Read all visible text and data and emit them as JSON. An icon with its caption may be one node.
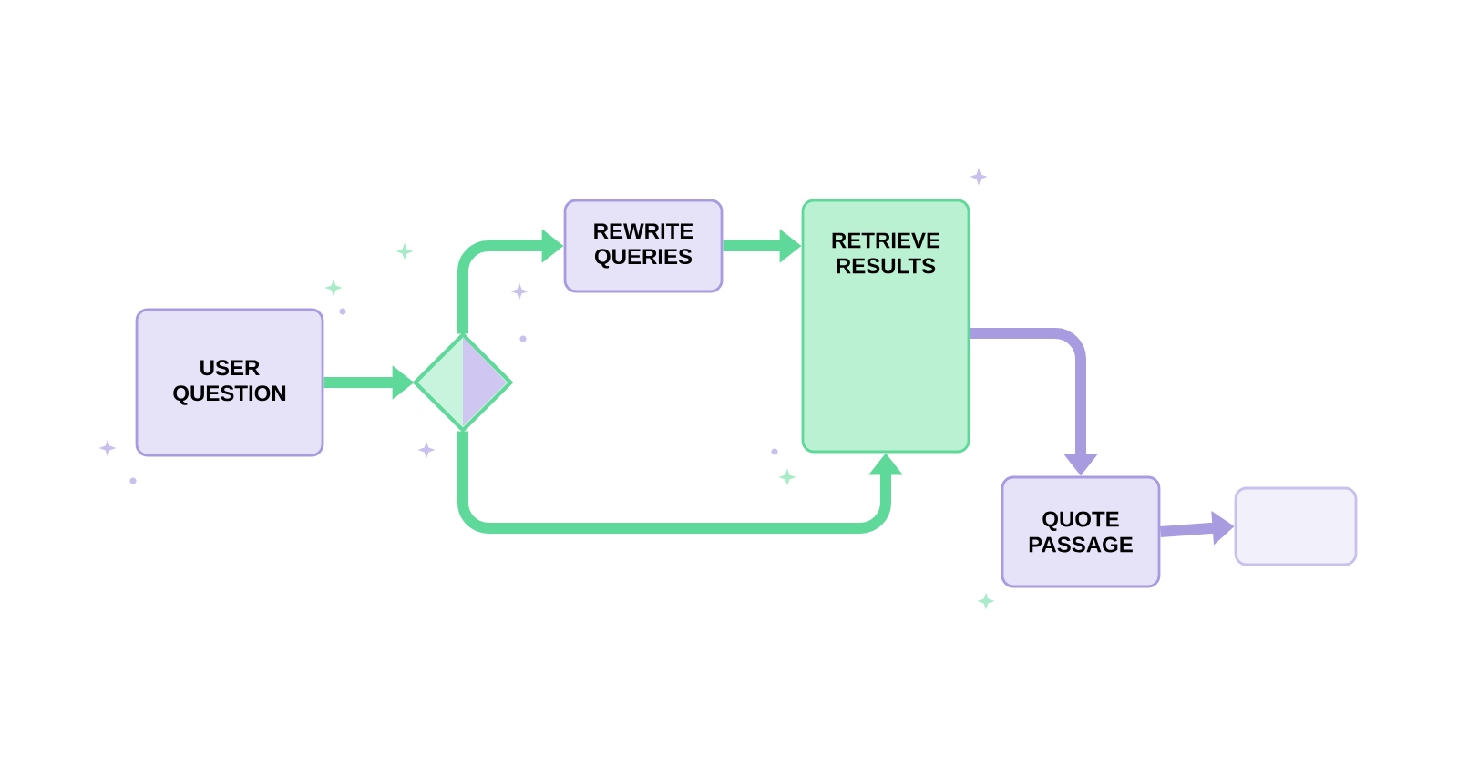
{
  "diagram": {
    "nodes": [
      {
        "text": [
          "USER QUESTION"
        ]
      },
      {
        "text": [],
        "shape": "diamond"
      },
      {
        "text": [
          "REWRITE QUERIES"
        ]
      },
      {
        "text": [
          "RETRIEVE RESULTS"
        ]
      },
      {
        "text": [
          "QUOTE PASSAGE"
        ]
      },
      {
        "text": [],
        "shape": "box"
      }
    ],
    "edges": [
      {
        "from": 0,
        "to": 1,
        "arrow": "to"
      },
      {
        "from": 1,
        "to": 2,
        "arrow": "to"
      },
      {
        "from": 2,
        "to": 3,
        "arrow": "to"
      },
      {
        "from": 1,
        "to": 3,
        "arrow": "to"
      },
      {
        "from": 3,
        "to": 4,
        "arrow": "to",
        "color": "#a99be0"
      },
      {
        "from": 4,
        "to": 5,
        "arrow": "to",
        "color": "#a99be0"
      }
    ]
  }
}
